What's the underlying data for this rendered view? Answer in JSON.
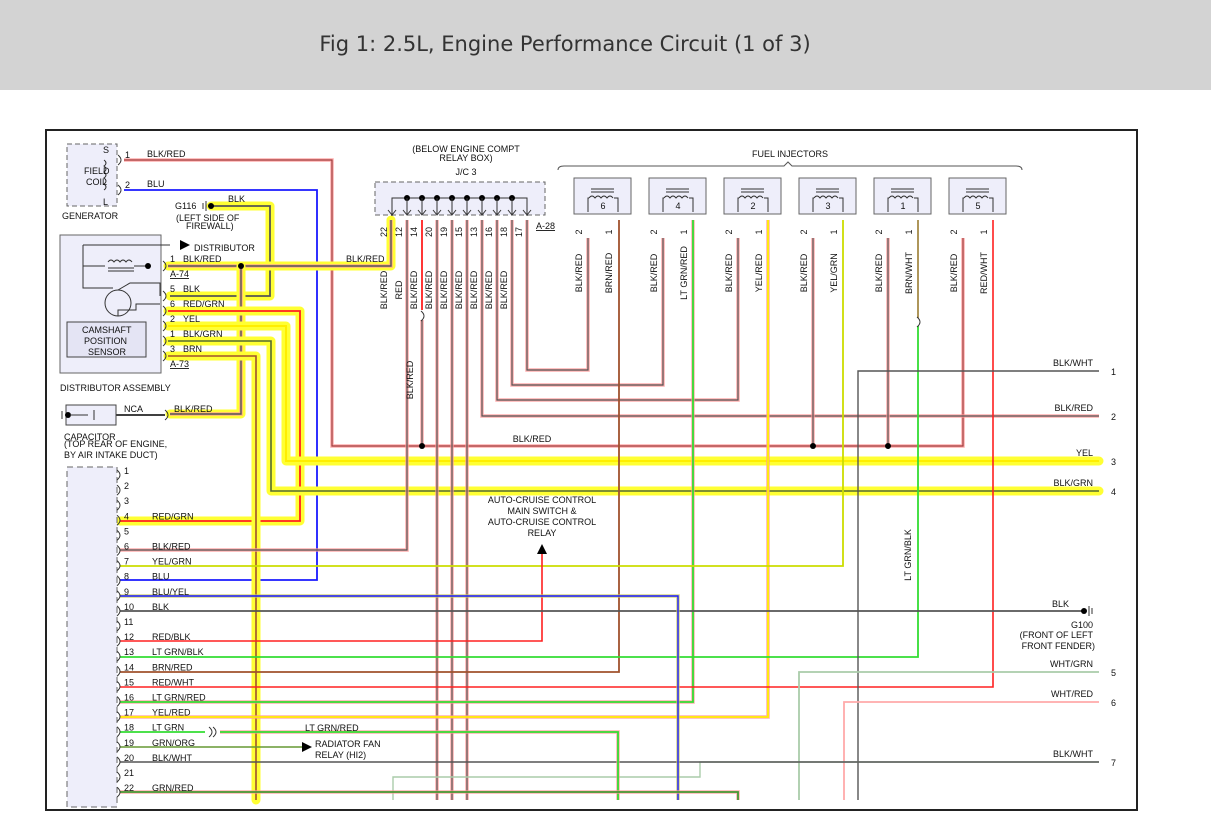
{
  "header": {
    "title": "Fig 1: 2.5L, Engine Performance Circuit (1 of 3)"
  },
  "colors": {
    "highlight": "#ffff33",
    "blk": "#555555",
    "red": "#ff2020",
    "blu": "#1a1aff",
    "ltgrn": "#33dd33",
    "yel": "#ffee00",
    "brn": "#a0522d",
    "grn": "#339933",
    "pinkline": "#ff9999"
  },
  "generator": {
    "label": "GENERATOR",
    "coil_label_1": "FIELD",
    "coil_label_2": "COIL",
    "pin_s": "S",
    "pin_l": "L",
    "wires": [
      {
        "pin": "1",
        "color": "BLK/RED"
      },
      {
        "pin": "2",
        "color": "BLU"
      }
    ]
  },
  "ground_g116": {
    "id": "G116",
    "location_1": "(LEFT SIDE OF",
    "location_2": "FIREWALL)",
    "wire": "BLK"
  },
  "distributor": {
    "label": "DISTRIBUTOR",
    "assembly_label": "DISTRIBUTOR ASSEMBLY",
    "sensor_label_1": "CAMSHAFT",
    "sensor_label_2": "POSITION",
    "sensor_label_3": "SENSOR",
    "connector_a74": "A-74",
    "connector_a73": "A-73",
    "a74_wires": [
      {
        "pin": "1",
        "color": "BLK/RED"
      }
    ],
    "a73_wires": [
      {
        "pin": "5",
        "color": "BLK"
      },
      {
        "pin": "6",
        "color": "RED/GRN"
      },
      {
        "pin": "2",
        "color": "YEL"
      },
      {
        "pin": "1",
        "color": "BLK/GRN"
      },
      {
        "pin": "3",
        "color": "BRN"
      }
    ]
  },
  "capacitor": {
    "label": "CAPACITOR",
    "location_1": "(TOP REAR OF ENGINE,",
    "location_2": "BY AIR INTAKE DUCT)",
    "wire_nca": "NCA",
    "wire": "BLK/RED"
  },
  "jc3": {
    "location_1": "(BELOW ENGINE COMPT",
    "location_2": "RELAY BOX)",
    "label": "J/C 3",
    "connector": "A-28",
    "feed_wire": "BLK/RED",
    "pins": [
      {
        "pin": "22",
        "color": ""
      },
      {
        "pin": "12",
        "color": "BLK/RED"
      },
      {
        "pin": "14",
        "color": "RED"
      },
      {
        "pin": "20",
        "color": "BLK/RED"
      },
      {
        "pin": "19",
        "color": "BLK/RED"
      },
      {
        "pin": "15",
        "color": "BLK/RED"
      },
      {
        "pin": "13",
        "color": "BLK/RED"
      },
      {
        "pin": "16",
        "color": "BLK/RED"
      },
      {
        "pin": "18",
        "color": "BLK/RED"
      },
      {
        "pin": "17",
        "color": "BLK/RED"
      }
    ],
    "wire_down": "BLK/RED"
  },
  "fuel_injectors": {
    "label": "FUEL INJECTORS",
    "items": [
      {
        "number": "6",
        "pin2_color": "BLK/RED",
        "pin1_color": "BRN/RED"
      },
      {
        "number": "4",
        "pin2_color": "BLK/RED",
        "pin1_color": "LT GRN/RED"
      },
      {
        "number": "2",
        "pin2_color": "BLK/RED",
        "pin1_color": "YEL/RED"
      },
      {
        "number": "3",
        "pin2_color": "BLK/RED",
        "pin1_color": "YEL/GRN"
      },
      {
        "number": "1",
        "pin2_color": "BLK/RED",
        "pin1_color": "BRN/WHT"
      },
      {
        "number": "5",
        "pin2_color": "BLK/RED",
        "pin1_color": "RED/WHT"
      }
    ],
    "pin2": "2",
    "pin1": "1"
  },
  "bus_labels": {
    "blk_red": "BLK/RED"
  },
  "right_outputs": [
    {
      "num": "1",
      "color": "BLK/WHT"
    },
    {
      "num": "2",
      "color": "BLK/RED"
    },
    {
      "num": "3",
      "color": "YEL"
    },
    {
      "num": "4",
      "color": "BLK/GRN"
    },
    {
      "num": "5",
      "color": "WHT/GRN"
    },
    {
      "num": "6",
      "color": "WHT/RED"
    },
    {
      "num": "7",
      "color": "BLK/WHT"
    }
  ],
  "cruise": {
    "line1": "AUTO-CRUISE CONTROL",
    "line2": "MAIN SWITCH &",
    "line3": "AUTO-CRUISE CONTROL",
    "line4": "RELAY"
  },
  "ground_g100": {
    "wire": "BLK",
    "id": "G100",
    "location_1": "(FRONT OF LEFT",
    "location_2": "FRONT FENDER)"
  },
  "ltgrnblk_vertical": "LT GRN/BLK",
  "radiator_fan": {
    "wire": "LT GRN/RED",
    "line1": "RADIATOR FAN",
    "line2": "RELAY (HI2)"
  },
  "ecm_pins": [
    {
      "pin": "1",
      "color": ""
    },
    {
      "pin": "2",
      "color": ""
    },
    {
      "pin": "3",
      "color": ""
    },
    {
      "pin": "4",
      "color": "RED/GRN"
    },
    {
      "pin": "5",
      "color": ""
    },
    {
      "pin": "6",
      "color": "BLK/RED"
    },
    {
      "pin": "7",
      "color": "YEL/GRN"
    },
    {
      "pin": "8",
      "color": "BLU"
    },
    {
      "pin": "9",
      "color": "BLU/YEL"
    },
    {
      "pin": "10",
      "color": "BLK"
    },
    {
      "pin": "11",
      "color": ""
    },
    {
      "pin": "12",
      "color": "RED/BLK"
    },
    {
      "pin": "13",
      "color": "LT GRN/BLK"
    },
    {
      "pin": "14",
      "color": "BRN/RED"
    },
    {
      "pin": "15",
      "color": "RED/WHT"
    },
    {
      "pin": "16",
      "color": "LT GRN/RED"
    },
    {
      "pin": "17",
      "color": "YEL/RED"
    },
    {
      "pin": "18",
      "color": "LT GRN"
    },
    {
      "pin": "19",
      "color": "GRN/ORG"
    },
    {
      "pin": "20",
      "color": "BLK/WHT"
    },
    {
      "pin": "21",
      "color": ""
    },
    {
      "pin": "22",
      "color": "GRN/RED"
    }
  ]
}
